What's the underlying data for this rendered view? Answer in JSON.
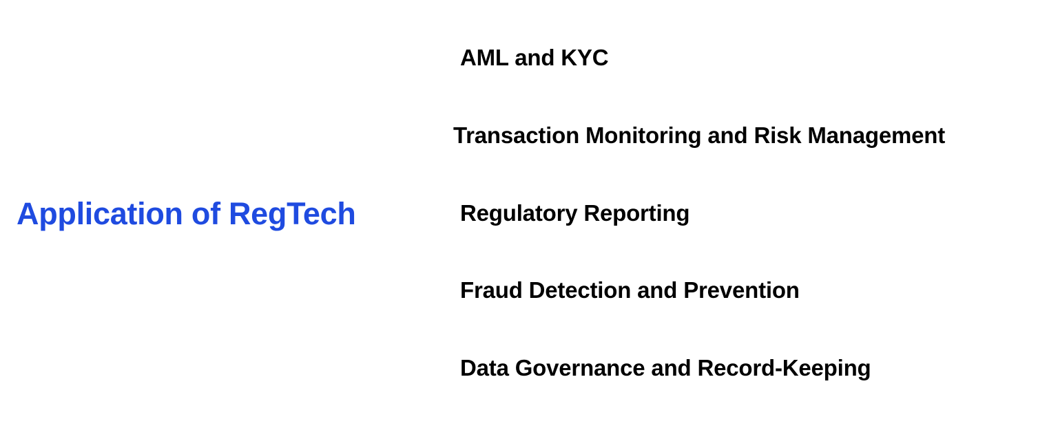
{
  "title": "Application of RegTech",
  "colors": {
    "title": "#1f4be0",
    "item_text": "#000000",
    "background": "#ffffff"
  },
  "applications": [
    {
      "label": "AML and KYC"
    },
    {
      "label": "Transaction Monitoring and Risk Management"
    },
    {
      "label": "Regulatory Reporting"
    },
    {
      "label": "Fraud Detection and Prevention"
    },
    {
      "label": "Data Governance and Record-Keeping"
    }
  ]
}
